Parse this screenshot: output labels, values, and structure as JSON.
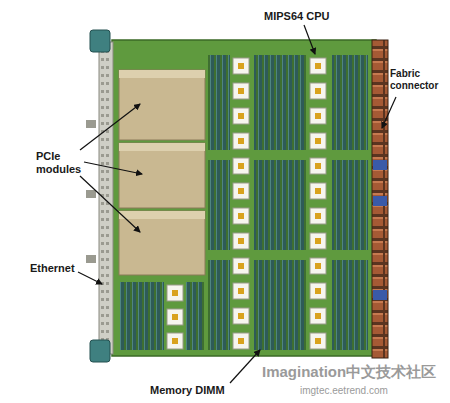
{
  "diagram": {
    "labels": [
      "MIPS64 CPU",
      "Fabric connector",
      "PCIe modules",
      "Ethernet",
      "Memory DIMM",
      "Imagination中文技术社区",
      "imgtec.eetrend.com"
    ]
  }
}
